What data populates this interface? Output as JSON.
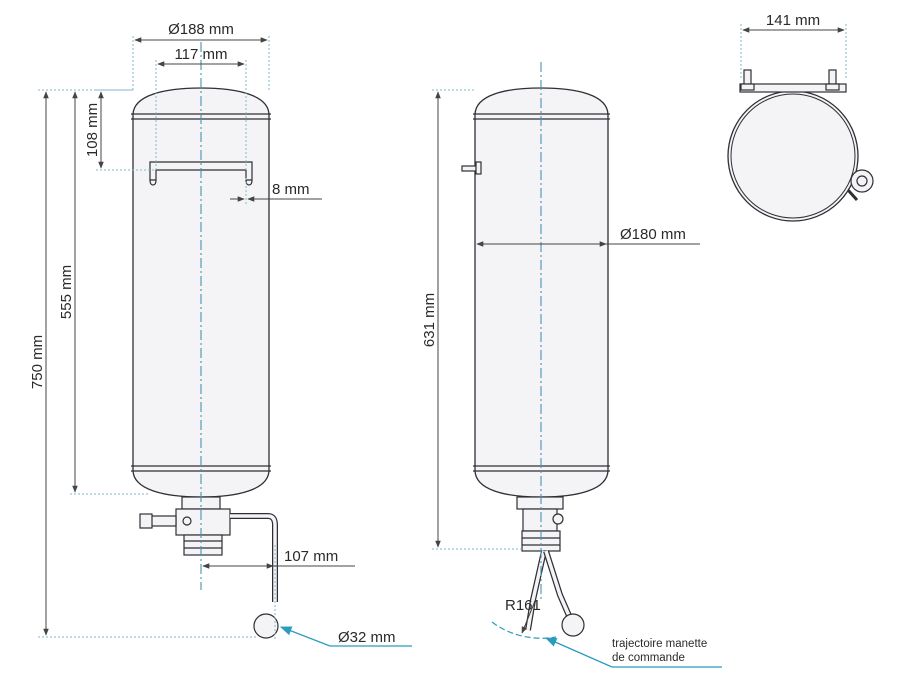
{
  "colors": {
    "outline": "#9a9aa0",
    "dark": "#2f2f35",
    "fill": "#f4f4f6",
    "dim": "#444444",
    "guide": "#7fb7c9",
    "axis": "#4a90b5",
    "pointer": "#2a9cc0"
  },
  "front_view": {
    "diameter_outer": "Ø188 mm",
    "bracket_width": "117 mm",
    "bracket_height": "108 mm",
    "slot_width": "8 mm",
    "height_total": "750 mm",
    "height_body": "555 mm",
    "valve_offset": "107 mm",
    "handle_ball": "Ø32 mm"
  },
  "side_view": {
    "diameter_body": "Ø180 mm",
    "height": "631 mm",
    "handle_radius": "R161",
    "trajectory_line1": "trajectoire manette",
    "trajectory_line2": "de commande"
  },
  "top_view": {
    "bracket_spacing": "141 mm"
  }
}
